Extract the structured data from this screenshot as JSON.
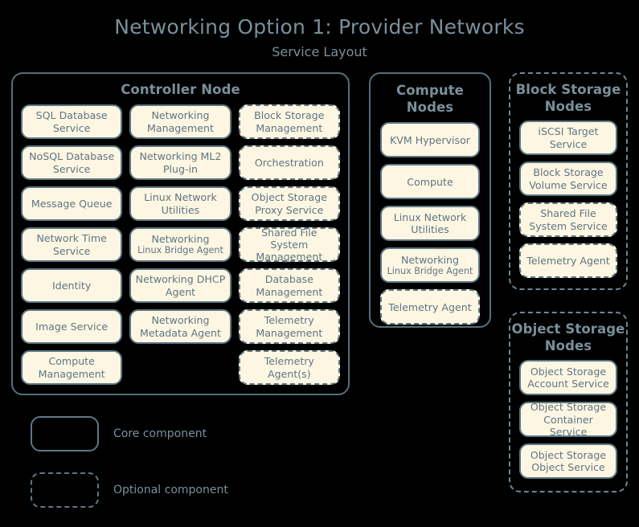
{
  "header": {
    "title": "Networking Option 1: Provider Networks",
    "subtitle": "Service Layout"
  },
  "colors": {
    "background": "#000000",
    "text": "#79909b",
    "box_fill": "#fdf6e3",
    "box_border": "#5d7884",
    "group_border": "#54707c"
  },
  "groups": {
    "controller": {
      "title": "Controller Node",
      "border_style": "solid",
      "columns": [
        [
          {
            "label": "SQL Database Service",
            "style": "solid"
          },
          {
            "label": "NoSQL Database Service",
            "style": "solid"
          },
          {
            "label": "Message Queue",
            "style": "solid"
          },
          {
            "label": "Network Time Service",
            "style": "solid"
          },
          {
            "label": "Identity",
            "style": "solid"
          },
          {
            "label": "Image Service",
            "style": "solid"
          },
          {
            "label": "Compute Management",
            "style": "solid"
          }
        ],
        [
          {
            "label": "Networking Management",
            "style": "solid"
          },
          {
            "label": "Networking ML2 Plug-in",
            "style": "solid"
          },
          {
            "label": "Linux Network Utilities",
            "style": "solid"
          },
          {
            "label": "Networking",
            "label2": "Linux Bridge Agent",
            "style": "solid"
          },
          {
            "label": "Networking DHCP Agent",
            "style": "solid"
          },
          {
            "label": "Networking Metadata Agent",
            "style": "solid"
          },
          {
            "label": "",
            "style": "empty"
          }
        ],
        [
          {
            "label": "Block Storage Management",
            "style": "dashed"
          },
          {
            "label": "Orchestration",
            "style": "dashed"
          },
          {
            "label": "Object Storage Proxy Service",
            "style": "dashed"
          },
          {
            "label": "Shared File System Management",
            "style": "dashed"
          },
          {
            "label": "Database Management",
            "style": "dashed"
          },
          {
            "label": "Telemetry Management",
            "style": "dashed"
          },
          {
            "label": "Telemetry Agent(s)",
            "style": "dashed"
          }
        ]
      ]
    },
    "compute": {
      "title": "Compute Nodes",
      "border_style": "solid",
      "items": [
        {
          "label": "KVM Hypervisor",
          "style": "solid"
        },
        {
          "label": "Compute",
          "style": "solid"
        },
        {
          "label": "Linux Network Utilities",
          "style": "solid"
        },
        {
          "label": "Networking",
          "label2": "Linux Bridge Agent",
          "style": "solid"
        },
        {
          "label": "Telemetry Agent",
          "style": "dashed"
        }
      ]
    },
    "block_storage": {
      "title": "Block Storage Nodes",
      "border_style": "dashed",
      "items": [
        {
          "label": "iSCSI Target Service",
          "style": "solid"
        },
        {
          "label": "Block Storage Volume Service",
          "style": "solid"
        },
        {
          "label": "Shared File System Service",
          "style": "dashed"
        },
        {
          "label": "Telemetry Agent",
          "style": "dashed"
        }
      ]
    },
    "object_storage": {
      "title": "Object Storage Nodes",
      "border_style": "dashed",
      "items": [
        {
          "label": "Object Storage Account Service",
          "style": "solid"
        },
        {
          "label": "Object Storage Container Service",
          "style": "solid"
        },
        {
          "label": "Object Storage Object Service",
          "style": "solid"
        }
      ]
    }
  },
  "legend": [
    {
      "style": "solid",
      "label": "Core component"
    },
    {
      "style": "dashed",
      "label": "Optional component"
    }
  ]
}
